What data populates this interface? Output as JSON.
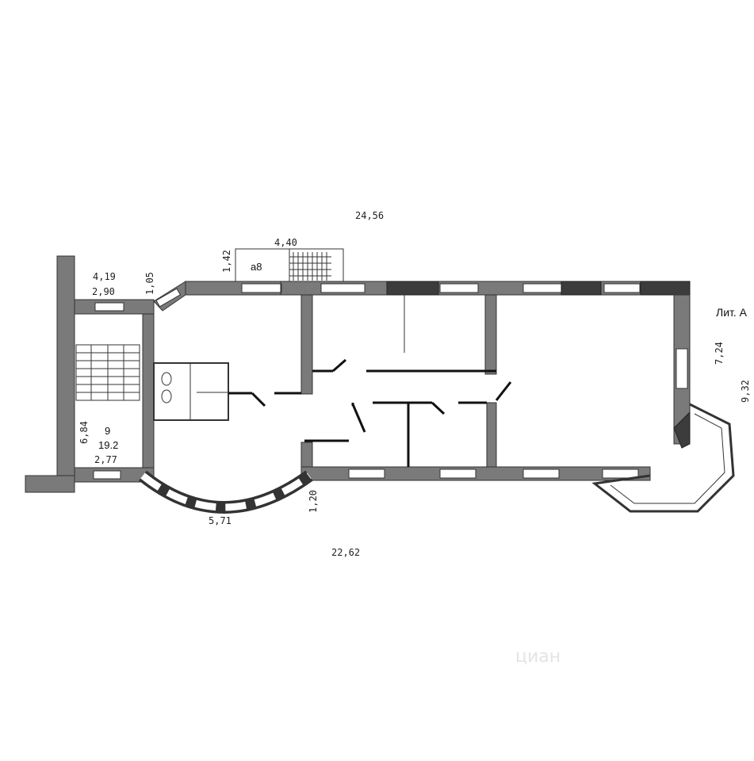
{
  "dimensions": {
    "top_total": "24,56",
    "bottom_total": "22,62",
    "annex_width": "4,40",
    "annex_height": "1,42",
    "stair_outer_width": "4,19",
    "stair_inner_width": "2,90",
    "stair_offset": "1,05",
    "stair_length": "6,84",
    "stair_bottom_width": "2,77",
    "bay_arc": "5,71",
    "bay_offset": "1,20",
    "right_height": "7,24",
    "right_total_height": "9,32"
  },
  "labels": {
    "annex_label": "а8",
    "stair_room_number": "9",
    "stair_room_area": "19.2",
    "lit_label": "Лит. А"
  }
}
